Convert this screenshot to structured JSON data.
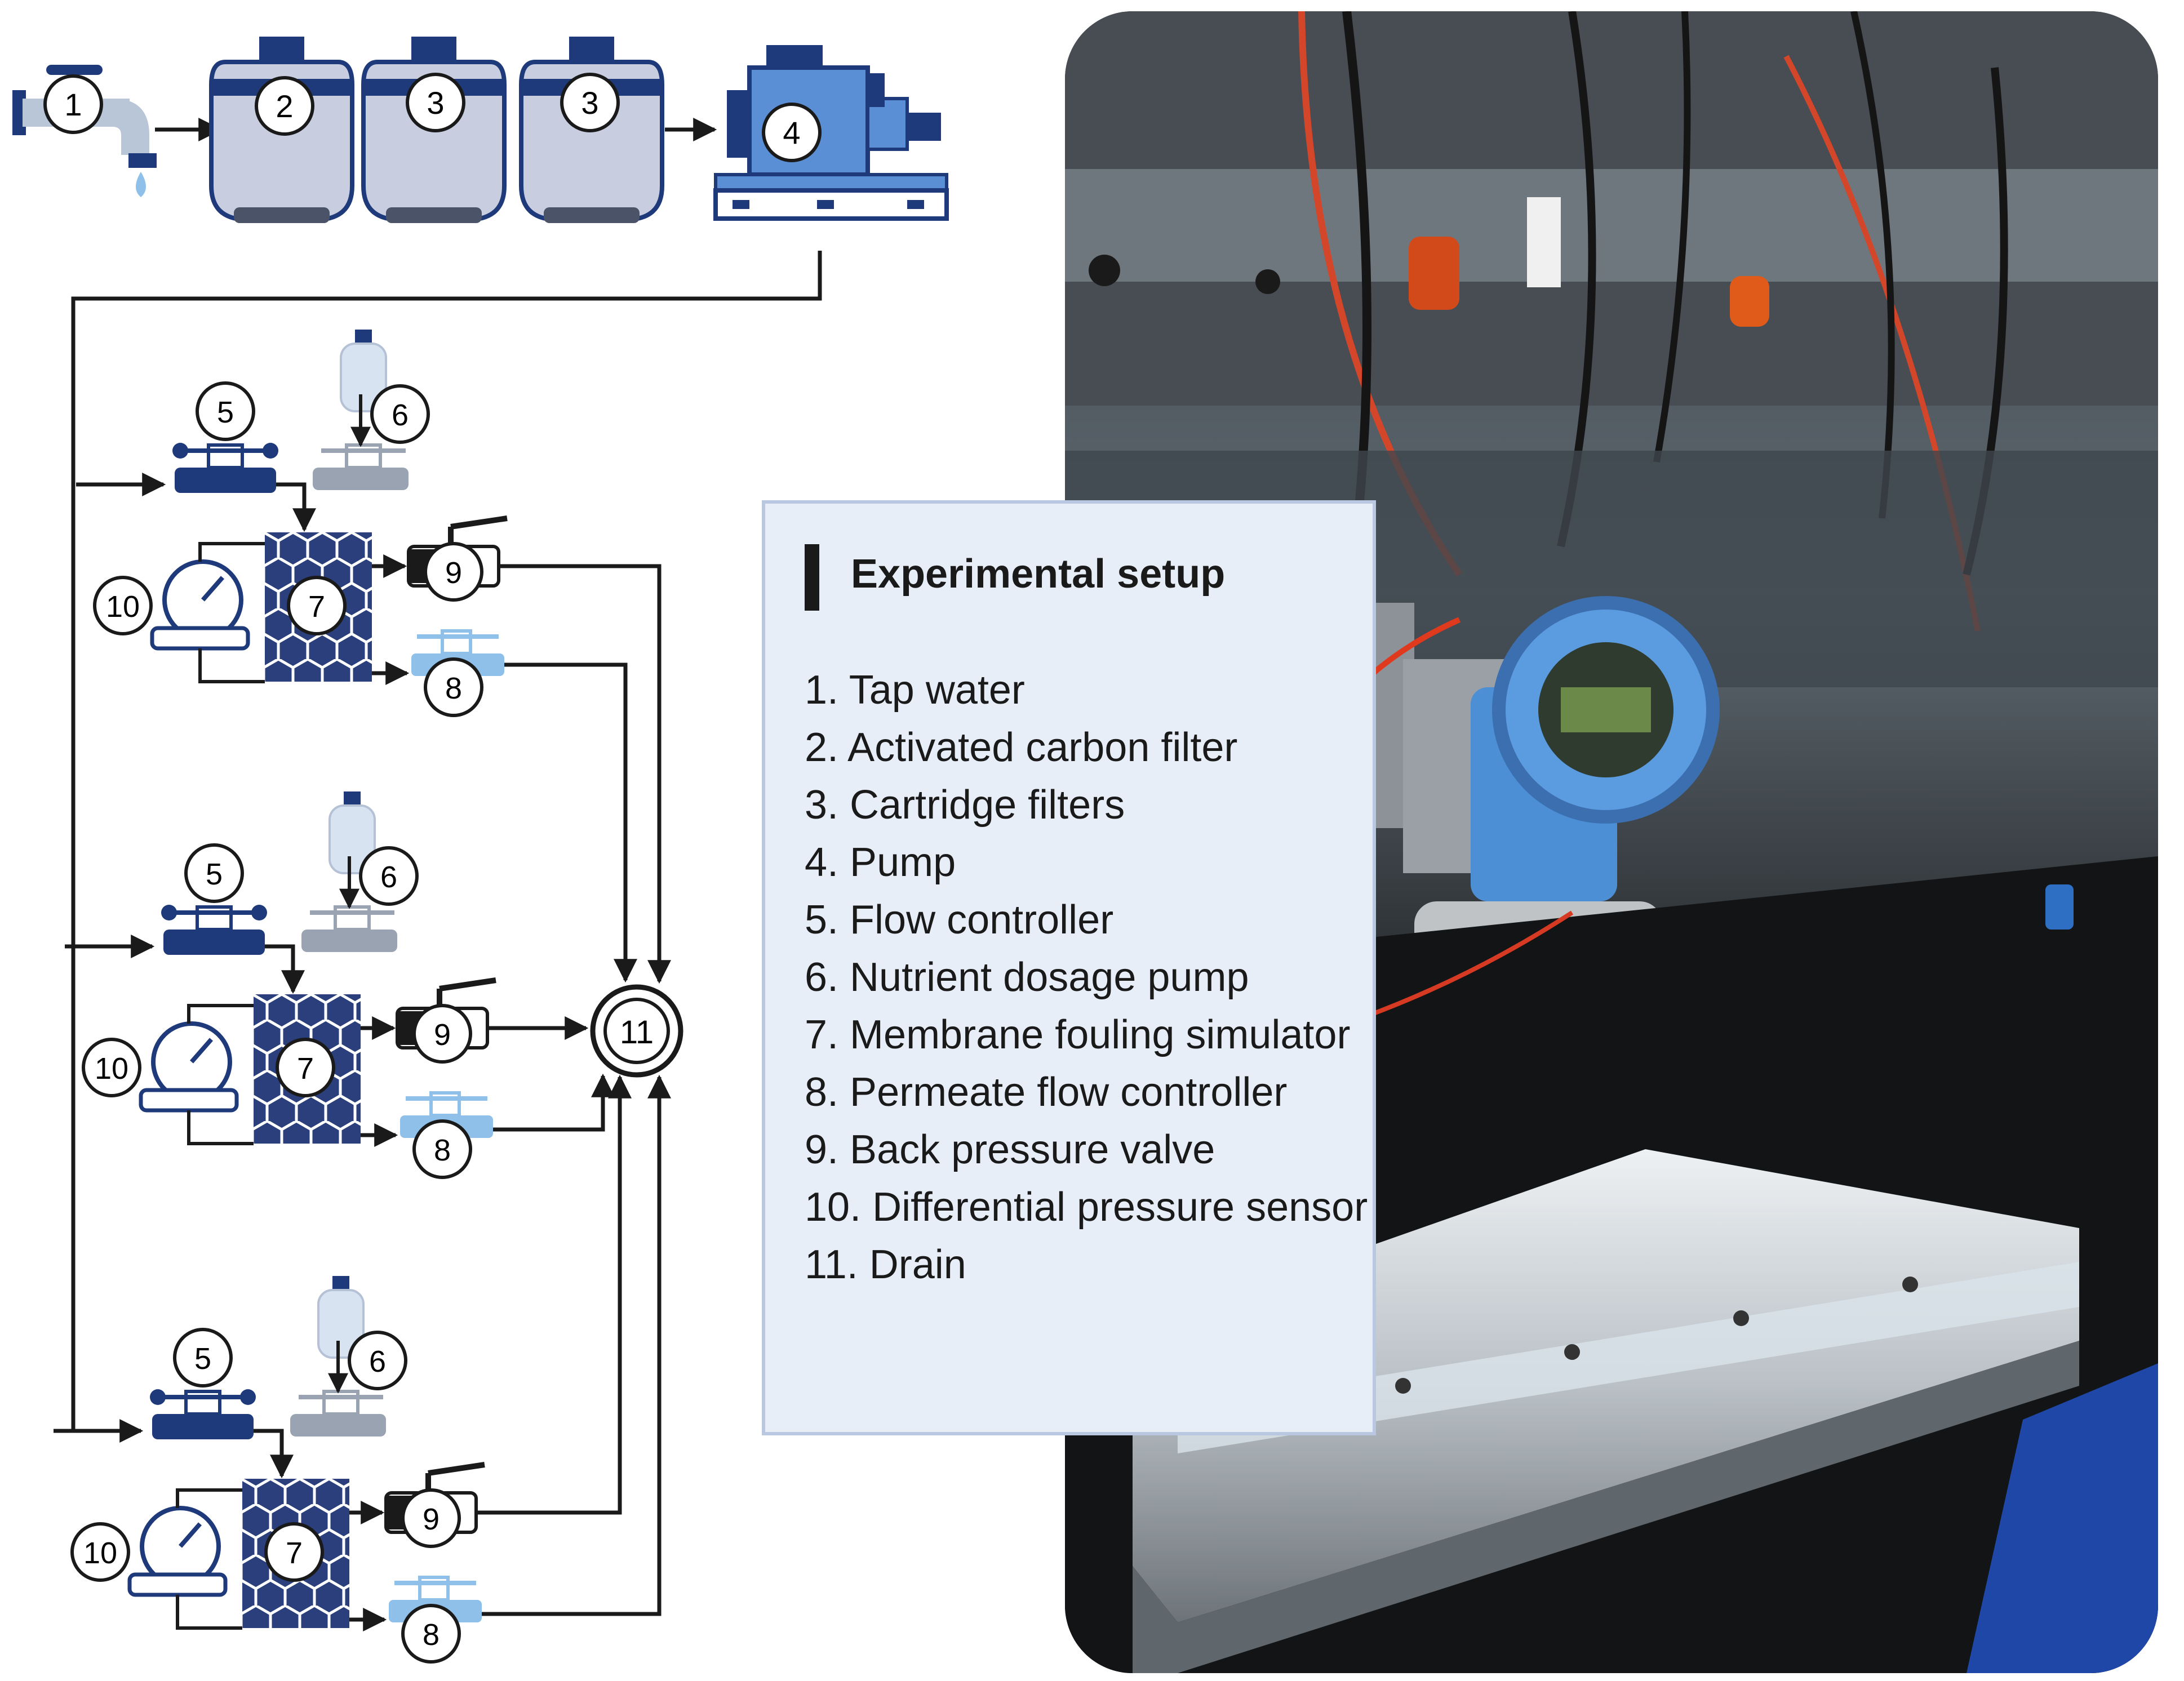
{
  "flow_labels": {
    "tap": "1",
    "carbon": "2",
    "cartridge_a": "3",
    "cartridge_b": "3",
    "pump": "4",
    "drain": "11"
  },
  "branches": [
    {
      "flow": "5",
      "dosage": "6",
      "membrane": "7",
      "valve": "9",
      "permeate": "8",
      "dp": "10"
    },
    {
      "flow": "5",
      "dosage": "6",
      "membrane": "7",
      "valve": "9",
      "permeate": "8",
      "dp": "10"
    },
    {
      "flow": "5",
      "dosage": "6",
      "membrane": "7",
      "valve": "9",
      "permeate": "8",
      "dp": "10"
    }
  ],
  "legend": {
    "title": "Experimental setup",
    "items": [
      "1. Tap water",
      "2. Activated carbon filter",
      "3. Cartridge filters",
      "4. Pump",
      "5. Flow controller",
      "6. Nutrient dosage pump",
      "7. Membrane fouling simulator",
      "8. Permeate flow controller",
      "9. Back pressure valve",
      "10. Differential pressure sensor",
      "11. Drain"
    ]
  },
  "colors": {
    "navy": "#1f3a7a",
    "filter_body": "#c8cde0",
    "light_blue": "#8ec0ea",
    "grey_bench": "#2b2f33",
    "panel_bg": "#e8eef8",
    "panel_border": "#b9c7e0"
  }
}
